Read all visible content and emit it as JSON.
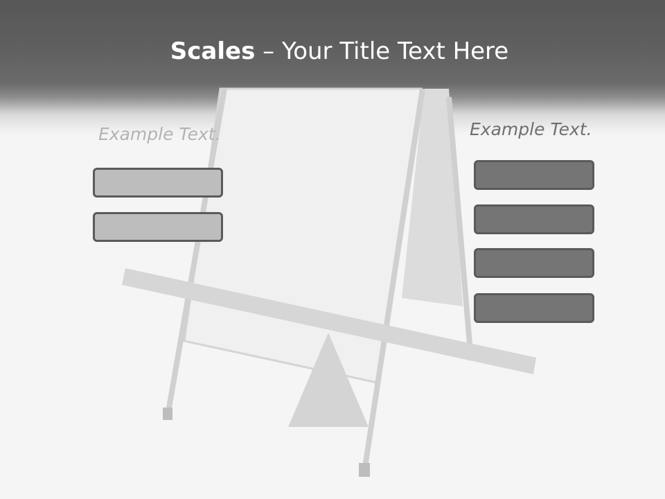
{
  "slide": {
    "title_bold": "Scales",
    "title_rest": " – Your Title Text Here"
  },
  "left_panel": {
    "heading": "Example Text.",
    "boxes": [
      "",
      ""
    ]
  },
  "right_panel": {
    "heading": "Example Text.",
    "boxes": [
      "",
      "",
      "",
      ""
    ]
  },
  "colors": {
    "header": "#575757",
    "background": "#f5f5f5",
    "left_box_fill": "#bdbdbd",
    "right_box_fill": "#757575",
    "box_border": "#5a5a5a",
    "scale_fill": "#d6d6d6"
  }
}
